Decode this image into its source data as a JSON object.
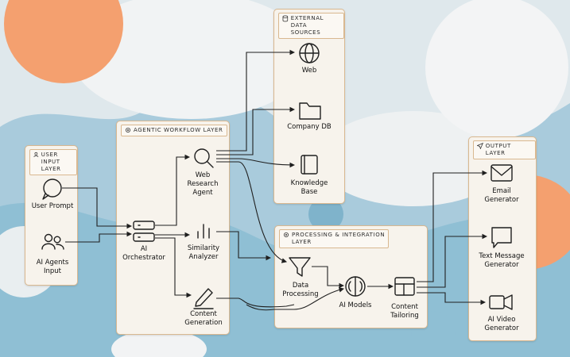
{
  "panels": {
    "user_input": {
      "title": "USER INPUT\nLAYER"
    },
    "agentic": {
      "title": "AGENTIC WORKFLOW LAYER"
    },
    "external": {
      "title": "EXTERNAL DATA\nSOURCES"
    },
    "processing": {
      "title": "PROCESSING & INTEGRATION\nLAYER"
    },
    "output": {
      "title": "OUTPUT LAYER"
    }
  },
  "nodes": {
    "user_prompt": "User Prompt",
    "ai_agents_input": "AI Agents\nInput",
    "ai_orchestrator": "AI\nOrchestrator",
    "web_research_agent": "Web\nResearch\nAgent",
    "similarity_analyzer": "Similarity\nAnalyzer",
    "content_generation": "Content\nGeneration",
    "web": "Web",
    "company_db": "Company DB",
    "knowledge_base": "Knowledge\nBase",
    "data_processing": "Data\nProcessing",
    "ai_models": "AI Models",
    "content_tailoring": "Content\nTailoring",
    "email_generator": "Email\nGenerator",
    "text_message_generator": "Text Message\nGenerator",
    "ai_video_generator": "AI Video\nGenerator"
  },
  "colors": {
    "panel_border": "#d9b890",
    "panel_fill": "#f7f3ec",
    "orange_blob": "#f4a06f",
    "blue_blob": "#8fbfd4",
    "line": "#1f1f1f"
  }
}
